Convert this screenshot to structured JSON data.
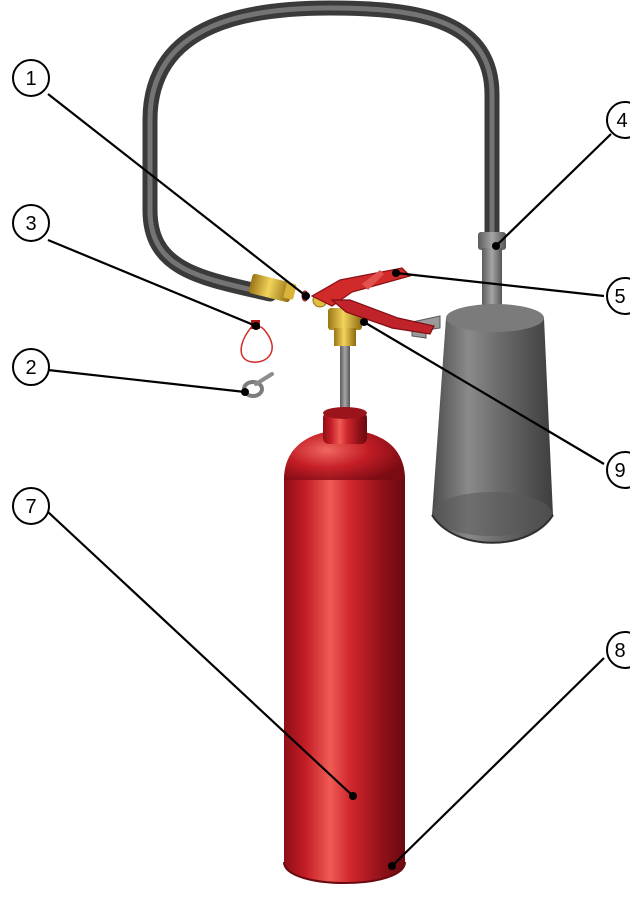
{
  "diagram": {
    "callouts": [
      {
        "id": "1",
        "label": "1"
      },
      {
        "id": "2",
        "label": "2"
      },
      {
        "id": "3",
        "label": "3"
      },
      {
        "id": "4",
        "label": "4"
      },
      {
        "id": "5",
        "label": "5"
      },
      {
        "id": "7",
        "label": "7"
      },
      {
        "id": "8",
        "label": "8"
      },
      {
        "id": "9",
        "label": "9"
      }
    ]
  },
  "colors": {
    "cylinder_red": "#c8202a",
    "hose_gray": "#5a5a5a",
    "horn_gray": "#6d6d6d",
    "brass": "#c9a227",
    "lever_red": "#d02a2a"
  }
}
